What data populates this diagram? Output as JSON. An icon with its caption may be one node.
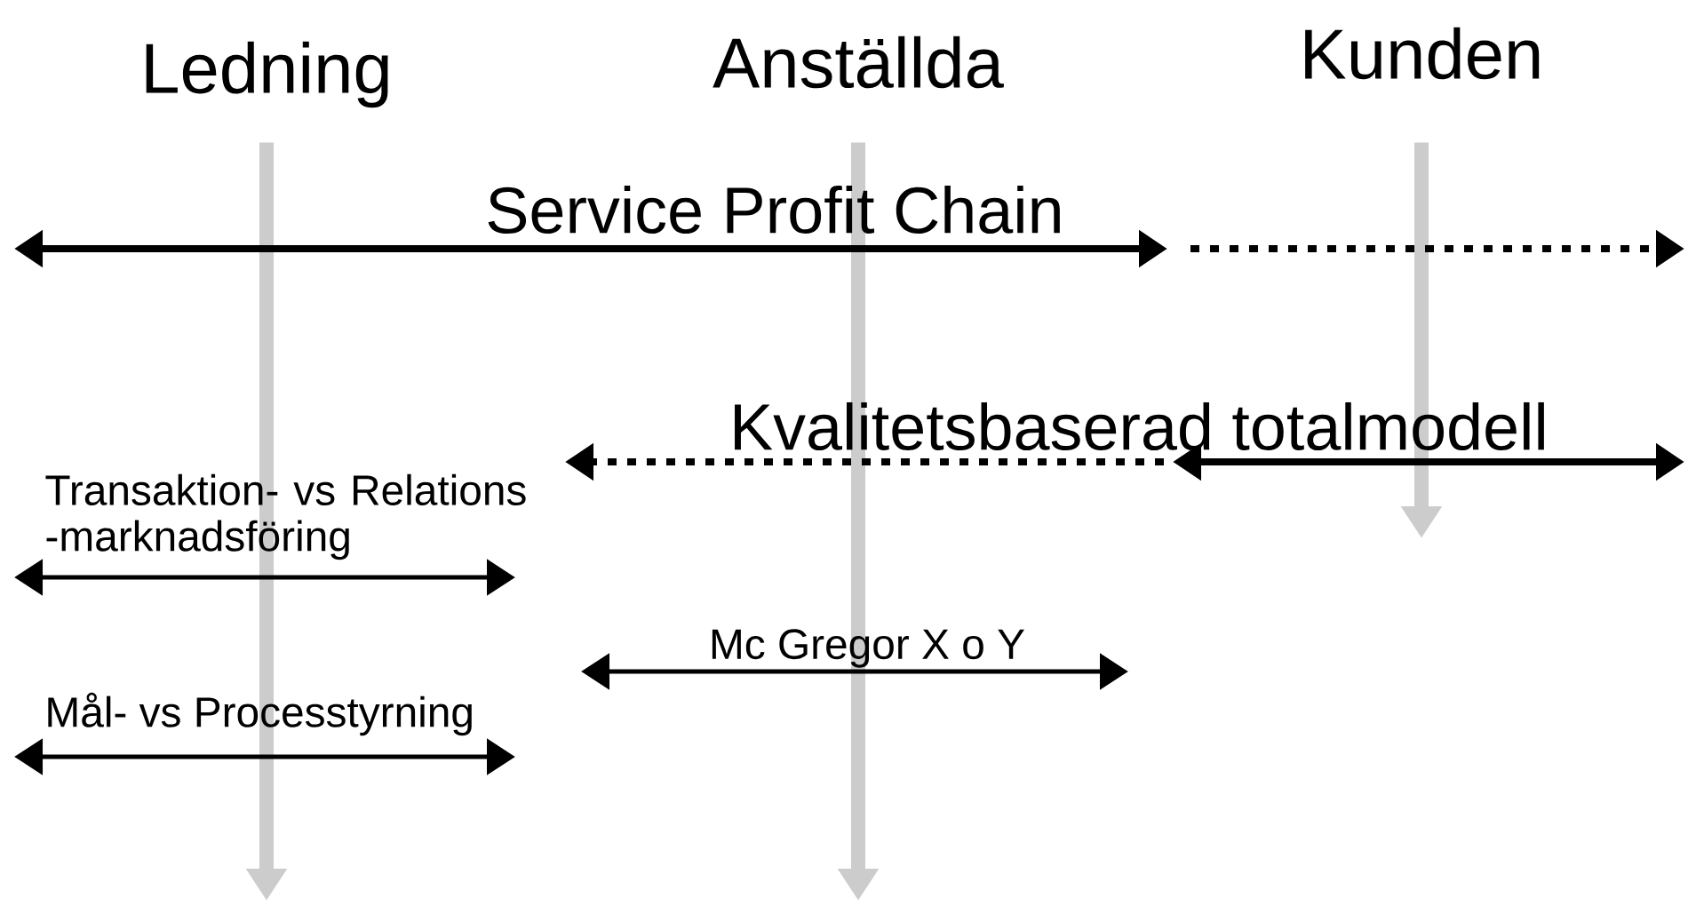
{
  "diagram": {
    "nodes": [
      {
        "text": [
          "Ledning"
        ]
      },
      {
        "text": [
          "Anställda"
        ]
      },
      {
        "text": [
          "Kunden"
        ]
      }
    ],
    "edges": [
      {
        "from": 0,
        "to": null,
        "arrow": "to",
        "color": "#cccccc"
      },
      {
        "from": 1,
        "to": null,
        "arrow": "to",
        "color": "#cccccc"
      },
      {
        "from": 2,
        "to": null,
        "arrow": "to",
        "color": "#cccccc"
      }
    ],
    "labels": [
      "Service Profit Chain",
      "Kvalitetsbaserad totalmodell",
      "Transaktion- vs Relations -marknadsföring",
      "Mc Gregor X o Y",
      "Mål- vs Processtyrning"
    ]
  }
}
